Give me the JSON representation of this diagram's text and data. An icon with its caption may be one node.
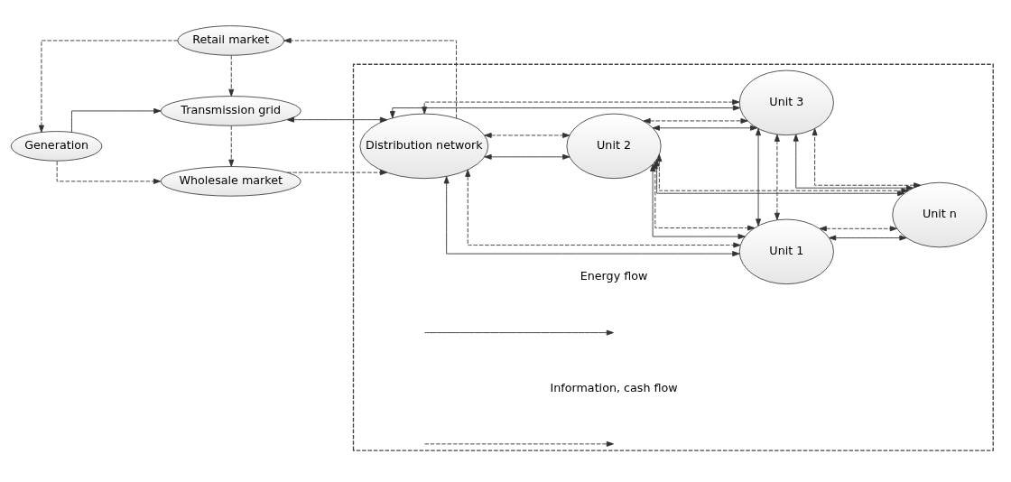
{
  "diagram": {
    "nodes": [
      {
        "text": [],
        "shape": "box"
      },
      {
        "text": [
          "Retail market"
        ]
      },
      {
        "text": [
          "Unit 1"
        ],
        "in": 0
      },
      {
        "text": [
          "Generation"
        ]
      },
      {
        "text": [
          "Transmission grid"
        ]
      },
      {
        "text": [
          "Distribution network"
        ],
        "in": 0
      },
      {
        "text": [
          "Unit 2"
        ],
        "in": 0
      },
      {
        "text": [
          "Unit n"
        ],
        "in": 0
      },
      {
        "text": [
          "Wholesale market"
        ]
      },
      {
        "text": [
          "Unit 3"
        ],
        "in": 0
      }
    ],
    "edges": [
      {
        "from": 1,
        "to": 3,
        "arrow": "to",
        "style": "dashed"
      },
      {
        "from": 1,
        "to": 4,
        "arrow": "to",
        "style": "dashed"
      },
      {
        "from": 3,
        "to": 4,
        "arrow": "to"
      },
      {
        "from": 3,
        "to": 8,
        "arrow": "to",
        "style": "dashed"
      },
      {
        "from": 4,
        "to": 8,
        "arrow": "to",
        "style": "dashed"
      },
      {
        "from": 4,
        "to": 5,
        "arrow": "both"
      },
      {
        "from": 5,
        "to": 1,
        "arrow": "to",
        "style": "dashed"
      },
      {
        "from": 8,
        "to": 5,
        "arrow": "to",
        "style": "dashed"
      },
      {
        "from": 5,
        "to": 2,
        "arrow": "both"
      },
      {
        "from": 5,
        "to": 2,
        "arrow": "both",
        "style": "dashed"
      },
      {
        "from": 5,
        "to": 6,
        "arrow": "both"
      },
      {
        "from": 5,
        "to": 6,
        "arrow": "both",
        "style": "dashed"
      },
      {
        "from": 5,
        "to": 9,
        "arrow": "both"
      },
      {
        "from": 5,
        "to": 9,
        "arrow": "both",
        "style": "dashed"
      },
      {
        "from": 6,
        "to": 2,
        "arrow": "both"
      },
      {
        "from": 6,
        "to": 2,
        "arrow": "both",
        "style": "dashed"
      },
      {
        "from": 2,
        "to": 7,
        "arrow": "both"
      },
      {
        "from": 2,
        "to": 7,
        "arrow": "both",
        "style": "dashed"
      },
      {
        "from": 2,
        "to": 9,
        "arrow": "both"
      },
      {
        "from": 2,
        "to": 9,
        "arrow": "both",
        "style": "dashed"
      },
      {
        "from": 6,
        "to": 7,
        "arrow": "both"
      },
      {
        "from": 6,
        "to": 7,
        "arrow": "both",
        "style": "dashed"
      },
      {
        "from": 6,
        "to": 9,
        "arrow": "both"
      },
      {
        "from": 6,
        "to": 9,
        "arrow": "both",
        "style": "dashed"
      },
      {
        "from": 7,
        "to": 9,
        "arrow": "both"
      },
      {
        "from": 7,
        "to": 9,
        "arrow": "both",
        "style": "dashed"
      }
    ],
    "legend": [
      {
        "text": "Energy flow"
      },
      {
        "text": "Information, cash flow"
      }
    ]
  }
}
